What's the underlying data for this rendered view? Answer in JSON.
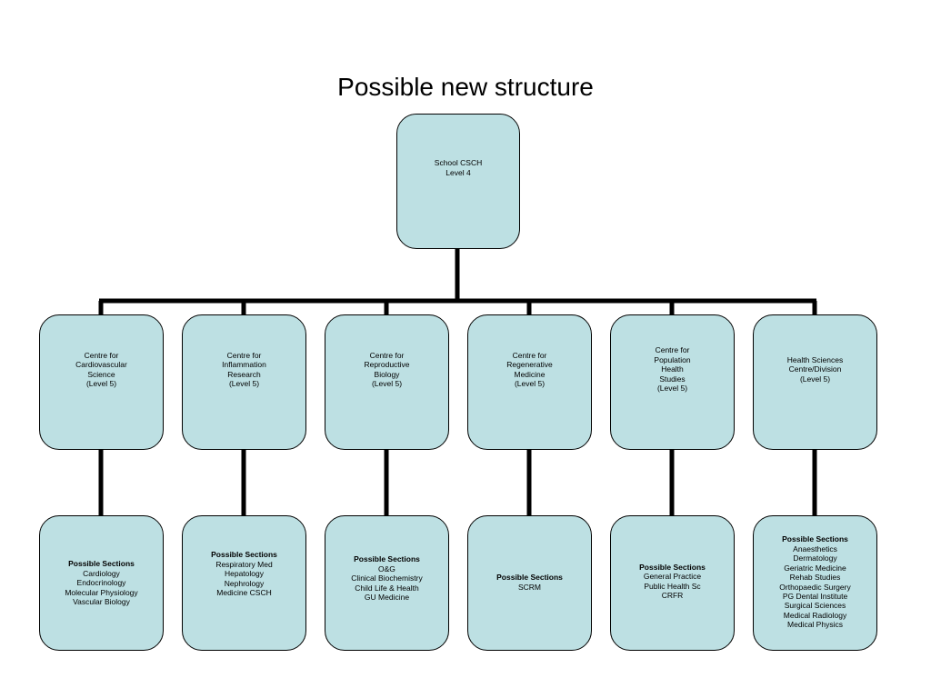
{
  "title": "Possible new structure",
  "root": {
    "lines": [
      "School CSCH",
      "Level 4"
    ]
  },
  "centres": [
    {
      "lines": [
        "Centre for",
        "Cardiovascular",
        "Science",
        "(Level 5)"
      ]
    },
    {
      "lines": [
        "Centre for",
        "Inflammation",
        "Research",
        "(Level 5)"
      ]
    },
    {
      "lines": [
        "Centre for",
        "Reproductive",
        "Biology",
        "(Level 5)"
      ]
    },
    {
      "lines": [
        "Centre for",
        "Regenerative",
        "Medicine",
        "(Level 5)"
      ]
    },
    {
      "lines": [
        "Centre for",
        "Population",
        "Health",
        "Studies",
        "(Level 5)"
      ]
    },
    {
      "lines": [
        "Health Sciences",
        "Centre/Division",
        "(Level 5)"
      ]
    }
  ],
  "sections_heading": "Possible Sections",
  "sections": [
    {
      "heading": "Possible Sections",
      "items": [
        "Cardiology",
        "Endocrinology",
        "Molecular Physiology",
        "Vascular Biology"
      ]
    },
    {
      "heading": "Possible Sections",
      "items": [
        "Respiratory Med",
        "Hepatology",
        "Nephrology",
        "Medicine CSCH"
      ]
    },
    {
      "heading": "Possible Sections",
      "items": [
        "O&G",
        "Clinical Biochemistry",
        "Child Life & Health",
        "GU Medicine"
      ]
    },
    {
      "heading": "Possible Sections",
      "items": [
        "SCRM"
      ]
    },
    {
      "heading": "Possible Sections",
      "items": [
        "General Practice",
        "Public Health Sc",
        "CRFR"
      ]
    },
    {
      "heading": "Possible Sections",
      "items": [
        "Anaesthetics",
        "Dermatology",
        "Geriatric Medicine",
        "Rehab Studies",
        "Orthopaedic Surgery",
        "PG Dental Institute",
        "Surgical Sciences",
        "Medical Radiology",
        "Medical Physics"
      ]
    }
  ]
}
